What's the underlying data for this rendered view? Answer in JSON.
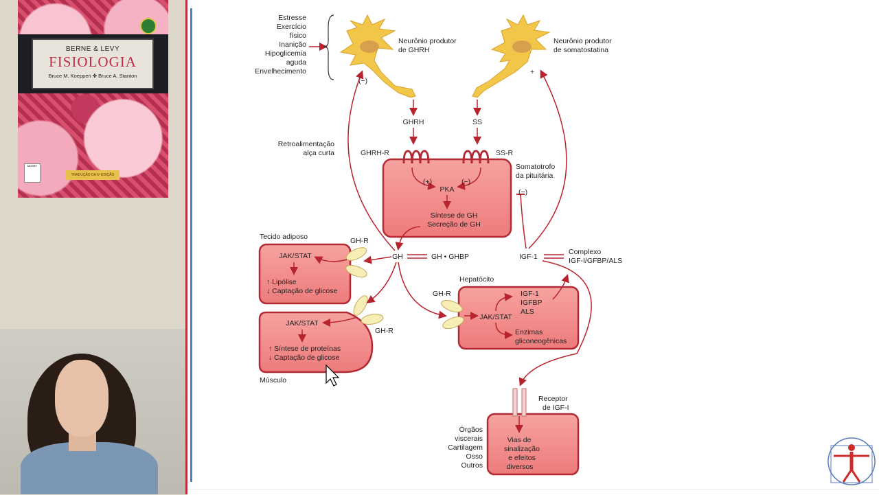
{
  "book": {
    "series": "BERNE & LEVY",
    "title": "FISIOLOGIA",
    "author1": "Bruce M. Koeppen",
    "author2": "Bruce A. Stanton",
    "badge": "TRADUÇÃO DA 6ª EDIÇÃO",
    "publisher_logo": "MOSBY"
  },
  "diagram": {
    "stimuli": [
      "Estresse",
      "Exercício",
      "físico",
      "Inanição",
      "Hipoglicemia",
      "aguda",
      "Envelhecimento"
    ],
    "neuron_ghrh": [
      "Neurônio produtor",
      "de GHRH"
    ],
    "neuron_ss": [
      "Neurônio produtor",
      "de somatostatina"
    ],
    "ghrh": "GHRH",
    "ss": "SS",
    "ghrh_r": "GHRH-R",
    "ss_r": "SS-R",
    "feedback_short": [
      "Retroalimentação",
      "alça curta"
    ],
    "somatotroph": [
      "Somatotrofo",
      "da pituitária"
    ],
    "plus": "(+)",
    "minus": "(−)",
    "minus_neuron": "(−)",
    "minus_igf": "(−)",
    "plus_ss": "+",
    "pka": "PKA",
    "gh_synthesis": "Síntese de GH",
    "gh_secretion": "Secreção de GH",
    "adipose_title": "Tecido adiposo",
    "gh_r": "GH-R",
    "gh": "GH",
    "gh_ghbp": "GH • GHBP",
    "igf1": "IGF-1",
    "complex": [
      "Complexo",
      "IGF-I/GFBP/ALS"
    ],
    "jak_stat": "JAK/STAT",
    "adipose_effects": [
      "↑ Lipólise",
      "↓ Captação de glicose"
    ],
    "muscle_effects": [
      "↑ Síntese de proteínas",
      "↓ Captação de glicose"
    ],
    "muscle_title": "Músculo",
    "hepatocyte_title": "Hepatócito",
    "hepato_products": [
      "IGF-1",
      "IGFBP",
      "ALS"
    ],
    "hepato_enzymes": [
      "Enzimas",
      "gliconeogênicas"
    ],
    "igf_receptor": [
      "Receptor",
      "de IGF-I"
    ],
    "targets": [
      "Órgãos",
      "viscerais",
      "Cartilagem",
      "Osso",
      "Outros"
    ],
    "signal_effects": [
      "Vias de",
      "sinalização",
      "e efeitos",
      "diversos"
    ]
  },
  "colors": {
    "cell_fill": "#f08a8a",
    "cell_stroke": "#b22a33",
    "arrow": "#b8242e",
    "neuron": "#f2c649",
    "receptor": "#f7eeb5",
    "divider": "#b8313c",
    "accent_line": "#4b7fc6"
  },
  "icons": {
    "logo": "vitruvian-man-icon",
    "cursor": "mouse-pointer-icon"
  }
}
